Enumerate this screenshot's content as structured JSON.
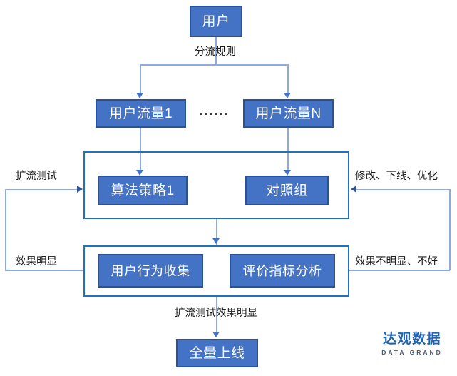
{
  "diagram": {
    "title_node": {
      "label": "用户"
    },
    "split_rule_label": "分流规则",
    "traffic_nodes": [
      {
        "label": "用户流量1"
      },
      {
        "label": "用户流量N"
      }
    ],
    "ellipsis": "……",
    "experiment_group": {
      "nodes": [
        {
          "label": "算法策略1"
        },
        {
          "label": "对照组"
        }
      ]
    },
    "analysis_group": {
      "nodes": [
        {
          "label": "用户行为收集"
        },
        {
          "label": "评价指标分析"
        }
      ]
    },
    "edge_labels": {
      "left_top": "扩流测试",
      "left_bottom": "效果明显",
      "right_top": "修改、下线、优化",
      "right_bottom": "效果不明显、不好",
      "bottom_center": "扩流测试效果明显"
    },
    "final_node": {
      "label": "全量上线"
    }
  },
  "logo": {
    "cn": "达观数据",
    "en": "DATA GRAND"
  },
  "colors": {
    "node_fill": "#4472C4",
    "node_border": "#2F528F",
    "group_border": "#1F73BE",
    "connector": "#8FAADC",
    "logo_blue": "#1F63B5",
    "text": "#1a1a1a"
  }
}
